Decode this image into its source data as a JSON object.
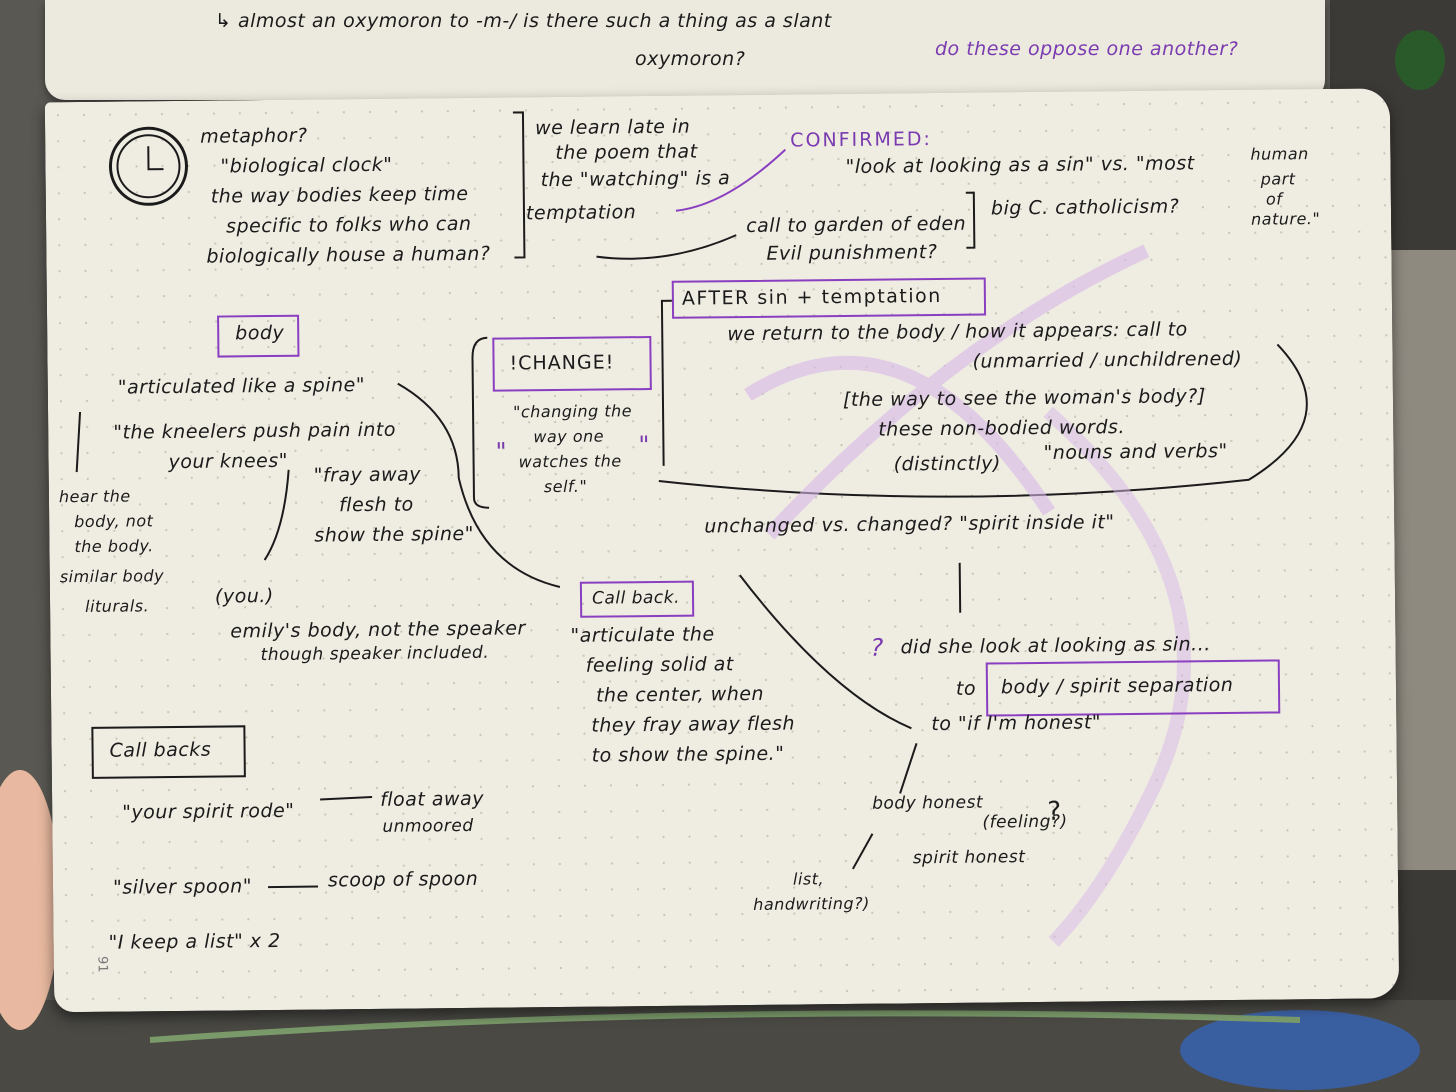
{
  "top_page": {
    "line1": "↳ almost an oxymoron to -m-/ is there such a thing as a slant",
    "line2": "oxymoron?",
    "purple_note": "do these oppose one another?"
  },
  "clock_section": {
    "l1": "metaphor?",
    "l2": "\"biological clock\"",
    "l3": "the way bodies keep time",
    "l4": "specific to folks who can",
    "l5": "biologically house a human?"
  },
  "temptation_section": {
    "l1": "we learn late in",
    "l2": "the poem that",
    "l3": "the \"watching\" is a",
    "l4": "temptation",
    "l5": "call to garden of eden",
    "l6": "Evil punishment?",
    "confirmed": "CONFIRMED:",
    "quote1": "\"look at looking as a sin\" vs. \"most",
    "quote2": "human",
    "quote3": "part",
    "quote4": "of",
    "quote5": "nature.\"",
    "catholicism": "big C. catholicism?"
  },
  "after_section": {
    "heading": "AFTER sin + temptation",
    "l1": "we return to the body / how it appears: call to",
    "l2": "(unmarried / unchildrened)",
    "l3": "[the way to see the woman's body?]",
    "l4": "these non-bodied words.",
    "l5": "(distinctly)",
    "l6": "\"nouns and verbs\"",
    "l7": "unchanged vs. changed? \"spirit inside it\""
  },
  "change_section": {
    "heading": "!CHANGE!",
    "l1": "\"changing the",
    "l2": "way one",
    "l3": "watches the",
    "l4": "self.\"",
    "quote_open": "\"",
    "quote_close": "\""
  },
  "body_section": {
    "heading": "body",
    "l1": "\"articulated like a spine\"",
    "l2": "\"the kneelers push pain into",
    "l3": "your knees\"",
    "l4": "\"fray away",
    "l5": "flesh to",
    "l6": "show the spine\"",
    "l7": "hear the",
    "l8": "body, not",
    "l9": "the body.",
    "l10": "similar body",
    "l11": "liturals.",
    "l12": "(you.)",
    "l13": "emily's body, not the speaker",
    "l14": "though speaker included."
  },
  "callback_section": {
    "heading": "Call back.",
    "l1": "\"articulate the",
    "l2": "feeling solid at",
    "l3": "the center, when",
    "l4": "they fray away flesh",
    "l5": "to show the spine.\""
  },
  "sin_section": {
    "qmark": "?",
    "l1": "did she look at looking as sin...",
    "to1": "to",
    "boxed": "body / spirit separation",
    "l2": "to \"if I'm honest\"",
    "l3": "body honest",
    "l4": "(feeling?)",
    "l5": "spirit honest",
    "l6": "list,",
    "l7": "handwriting?)",
    "l8": "?"
  },
  "callbacks_section": {
    "heading": "Call backs",
    "l1": "\"your spirit rode\"",
    "l1b": "float away",
    "l1c": "unmoored",
    "l2": "\"silver spoon\"",
    "l2b": "scoop of spoon",
    "l3": "\"I keep a list\" x 2"
  },
  "page_number": "91",
  "colors": {
    "ink": "#1b1b1b",
    "purple": "#8a3fc0",
    "paper": "#efece2"
  }
}
